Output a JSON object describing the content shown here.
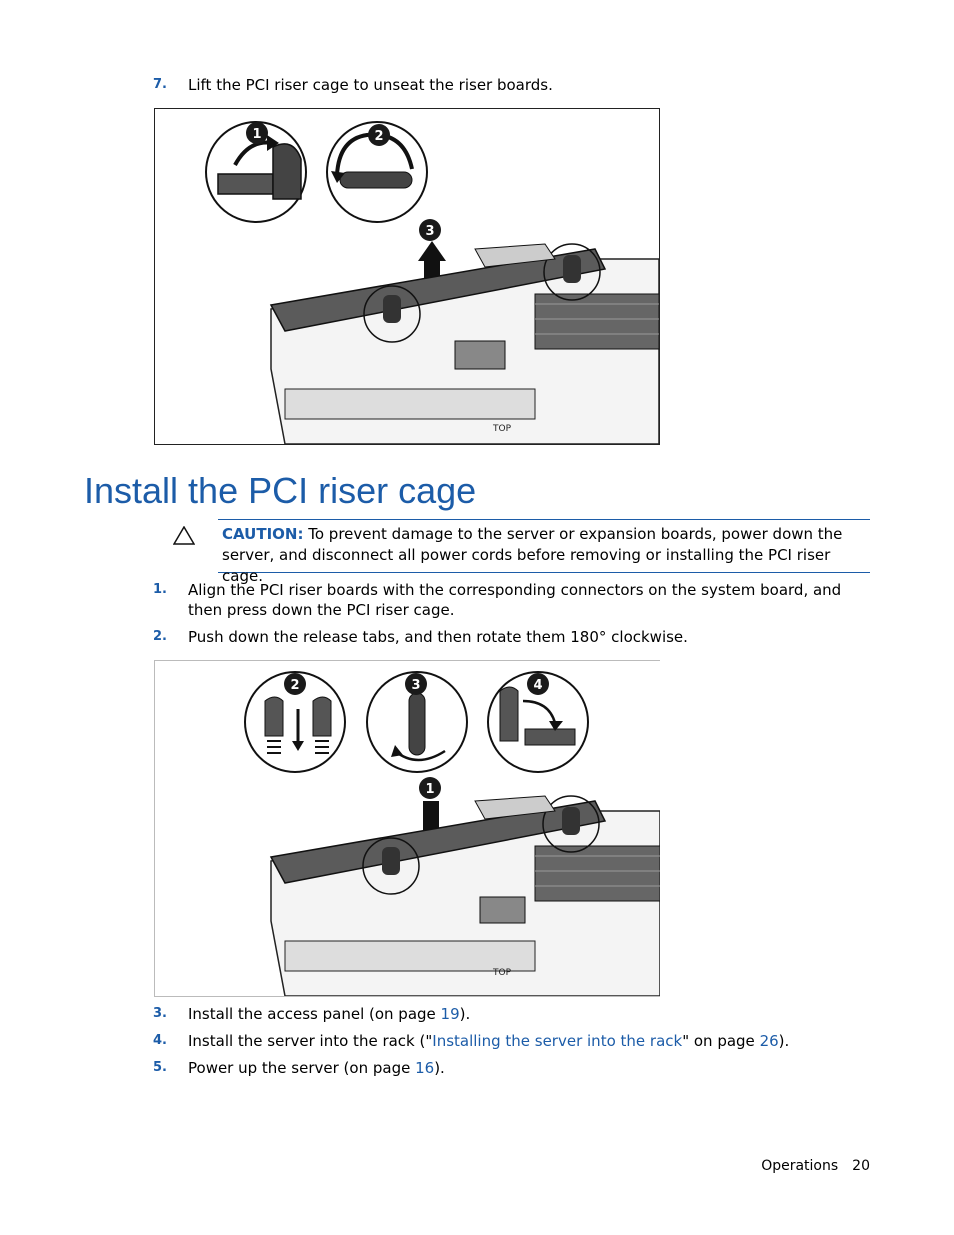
{
  "steps_top": [
    {
      "num": "7.",
      "text": "Lift the PCI riser cage to unseat the riser boards."
    }
  ],
  "heading": "Install the PCI riser cage",
  "caution": {
    "label": "CAUTION:",
    "text": "To prevent damage to the server or expansion boards, power down the server, and disconnect all power cords before removing or installing the PCI riser cage."
  },
  "steps_mid": [
    {
      "num": "1.",
      "text": "Align the PCI riser boards with the corresponding connectors on the system board, and then press down the PCI riser cage."
    },
    {
      "num": "2.",
      "text": "Push down the release tabs, and then rotate them 180° clockwise."
    }
  ],
  "steps_bottom": [
    {
      "num": "3.",
      "pre": "Install the access panel (on page ",
      "link": "19",
      "post": ")."
    },
    {
      "num": "4.",
      "pre": "Install the server into the rack (\"",
      "link": "Installing the server into the rack",
      "mid": "\" on page ",
      "link2": "26",
      "post": ")."
    },
    {
      "num": "5.",
      "pre": "Power up the server (on page ",
      "link": "16",
      "post": ")."
    }
  ],
  "figure1": {
    "callouts": [
      "1",
      "2",
      "3"
    ],
    "top_label": "TOP"
  },
  "figure2": {
    "callouts": [
      "2",
      "3",
      "4",
      "1"
    ],
    "top_label": "TOP"
  },
  "footer": {
    "section": "Operations",
    "page": "20"
  },
  "colors": {
    "accent": "#1c5ca8",
    "callout": "#1a1a1a"
  }
}
